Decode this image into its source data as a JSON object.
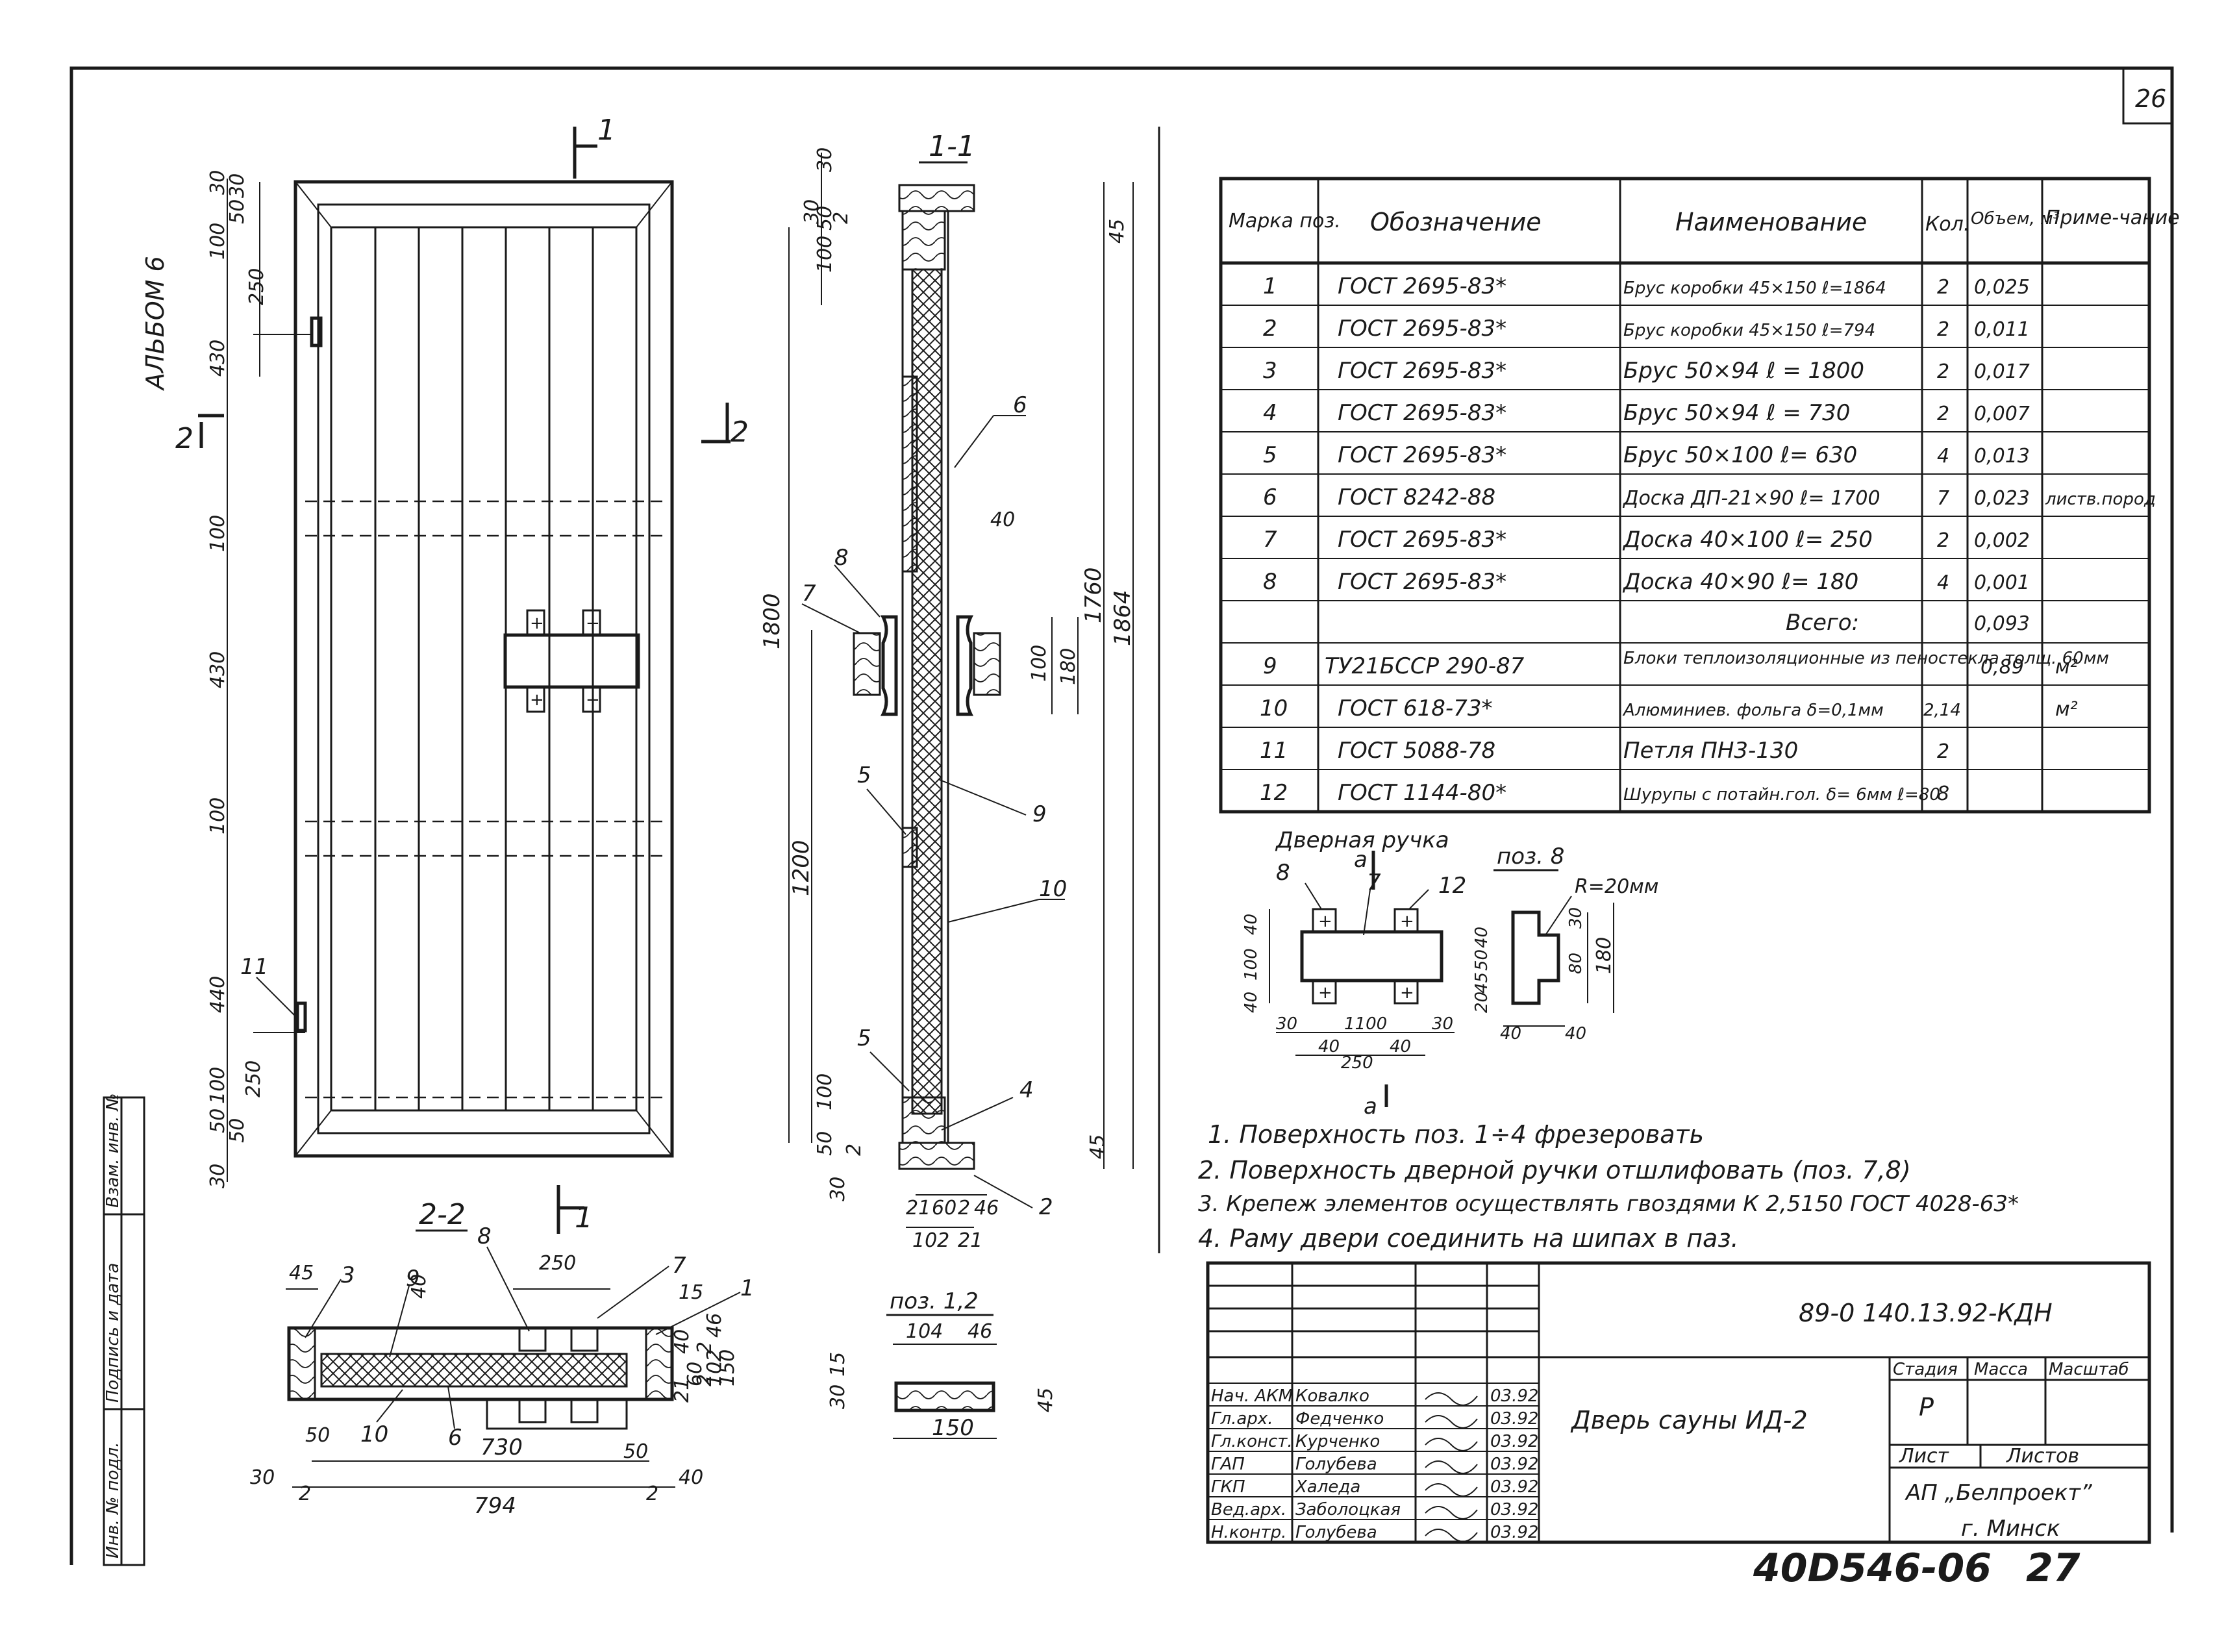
{
  "sheet": {
    "number": "26",
    "album": "АЛЬБОМ 6"
  },
  "door_view": {
    "section_marks": {
      "top": "1",
      "bottom": "1",
      "left": "2",
      "right": "2"
    },
    "dims_left": [
      "30",
      "50",
      "30",
      "100",
      "250",
      "430",
      "100",
      "430",
      "100",
      "440",
      "250",
      "50",
      "100",
      "50",
      "30"
    ],
    "callout": "11"
  },
  "section_1_1": {
    "title": "1-1",
    "dims": [
      "30",
      "50",
      "100",
      "30",
      "2",
      "45",
      "40",
      "1800",
      "1760",
      "1864",
      "1200",
      "100",
      "180",
      "100",
      "50",
      "2",
      "30",
      "45",
      "21",
      "60",
      "2",
      "46",
      "102",
      "21"
    ],
    "callouts": [
      "6",
      "8",
      "7",
      "5",
      "9",
      "10",
      "5",
      "4",
      "2"
    ]
  },
  "section_2_2": {
    "title": "2-2",
    "dims": [
      "45",
      "250",
      "15",
      "30",
      "50",
      "730",
      "794",
      "2",
      "40",
      "2",
      "50",
      "40",
      "40",
      "2",
      "46",
      "150",
      "21",
      "60",
      "2",
      "102"
    ],
    "callouts": [
      "3",
      "9",
      "8",
      "7",
      "1",
      "10",
      "6"
    ]
  },
  "pos_1_2": {
    "title": "поз. 1,2",
    "dims": [
      "104",
      "46",
      "30",
      "15",
      "45",
      "150"
    ]
  },
  "handle": {
    "title": "Дверная ручка",
    "section_label": "а",
    "callouts": [
      "8",
      "7",
      "12"
    ],
    "dims": [
      "40",
      "100",
      "40",
      "30",
      "1100",
      "30",
      "40",
      "250",
      "40"
    ]
  },
  "pos_8": {
    "title": "поз. 8",
    "radius": "R=20мм",
    "dims": [
      "40",
      "50",
      "45",
      "20",
      "30",
      "80",
      "180",
      "40",
      "40"
    ]
  },
  "spec_table": {
    "headers": [
      "Марка поз.",
      "Обозначение",
      "Наименование",
      "Кол.",
      "Объем, м³",
      "Приме-чание"
    ],
    "rows": [
      [
        "1",
        "ГОСТ 2695-83*",
        "Брус коробки 45×150 ℓ=1864",
        "2",
        "0,025",
        ""
      ],
      [
        "2",
        "ГОСТ 2695-83*",
        "Брус коробки 45×150 ℓ=794",
        "2",
        "0,011",
        ""
      ],
      [
        "3",
        "ГОСТ 2695-83*",
        "Брус 50×94 ℓ = 1800",
        "2",
        "0,017",
        ""
      ],
      [
        "4",
        "ГОСТ 2695-83*",
        "Брус 50×94 ℓ = 730",
        "2",
        "0,007",
        ""
      ],
      [
        "5",
        "ГОСТ 2695-83*",
        "Брус 50×100 ℓ= 630",
        "4",
        "0,013",
        ""
      ],
      [
        "6",
        "ГОСТ 8242-88",
        "Доска ДП-21×90 ℓ= 1700",
        "7",
        "0,023",
        "листв.пород"
      ],
      [
        "7",
        "ГОСТ 2695-83*",
        "Доска 40×100 ℓ= 250",
        "2",
        "0,002",
        ""
      ],
      [
        "8",
        "ГОСТ 2695-83*",
        "Доска 40×90 ℓ= 180",
        "4",
        "0,001",
        ""
      ],
      [
        "",
        "",
        "Всего:",
        "",
        "0,093",
        ""
      ],
      [
        "9",
        "ТУ21БССР 290-87",
        "Блоки теплоизоляционные из пеностекла толщ. 60мм",
        "",
        "0,89",
        "м²"
      ],
      [
        "10",
        "ГОСТ 618-73*",
        "Алюминиев. фольга δ=0,1мм",
        "2,14",
        "",
        "м²"
      ],
      [
        "11",
        "ГОСТ 5088-78",
        "Петля ПН3-130",
        "2",
        "",
        ""
      ],
      [
        "12",
        "ГОСТ 1144-80*",
        "Шурупы с потайн.гол. δ= 6мм ℓ=80",
        "8",
        "",
        ""
      ]
    ]
  },
  "notes": [
    "1. Поверхность поз. 1÷4 фрезеровать",
    "2. Поверхность дверной ручки отшлифовать (поз. 7,8)",
    "3. Крепеж элементов осуществлять гвоздями К 2,5150 ГОСТ 4028-63*",
    "4. Раму двери соединить на шипах в паз."
  ],
  "title_block": {
    "code": "89-0 140.13.92-КДН",
    "object": "Дверь сауны ИД-2",
    "stage_label": "Стадия",
    "mass_label": "Масса",
    "scale_label": "Масштаб",
    "stage": "Р",
    "sheet_label": "Лист",
    "sheets_label": "Листов",
    "org": "АП „Белпроект”",
    "city": "г. Минск",
    "staff": [
      {
        "role": "Нач. АКМ",
        "name": "Ковалко",
        "date": "03.92"
      },
      {
        "role": "Гл.арх.",
        "name": "Федченко",
        "date": "03.92"
      },
      {
        "role": "Гл.конст.",
        "name": "Курченко",
        "date": "03.92"
      },
      {
        "role": "ГАП",
        "name": "Голубева",
        "date": "03.92"
      },
      {
        "role": "ГКП",
        "name": "Халеда",
        "date": "03.92"
      },
      {
        "role": "Вед.арх.",
        "name": "Заболоцкая",
        "date": "03.92"
      },
      {
        "role": "Н.контр.",
        "name": "Голубева",
        "date": "03.92"
      }
    ]
  },
  "side_stamp": [
    "Инв. № подл.",
    "Подпись и дата",
    "Взам. инв. №"
  ],
  "footer_code": "40D546-06",
  "footer_page": "27"
}
